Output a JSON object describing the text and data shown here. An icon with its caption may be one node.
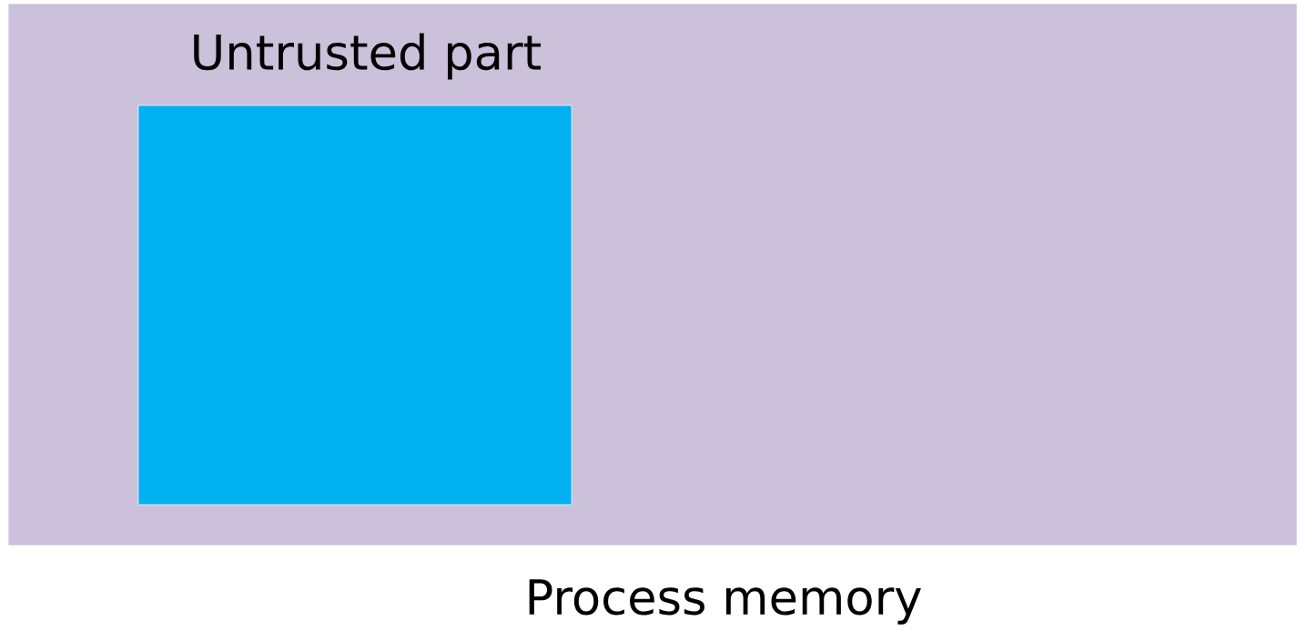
{
  "diagram": {
    "nodes": [
      {
        "text": [
          "Process memory"
        ]
      },
      {
        "text": [
          "Untrusted part"
        ],
        "in": 0
      }
    ]
  }
}
